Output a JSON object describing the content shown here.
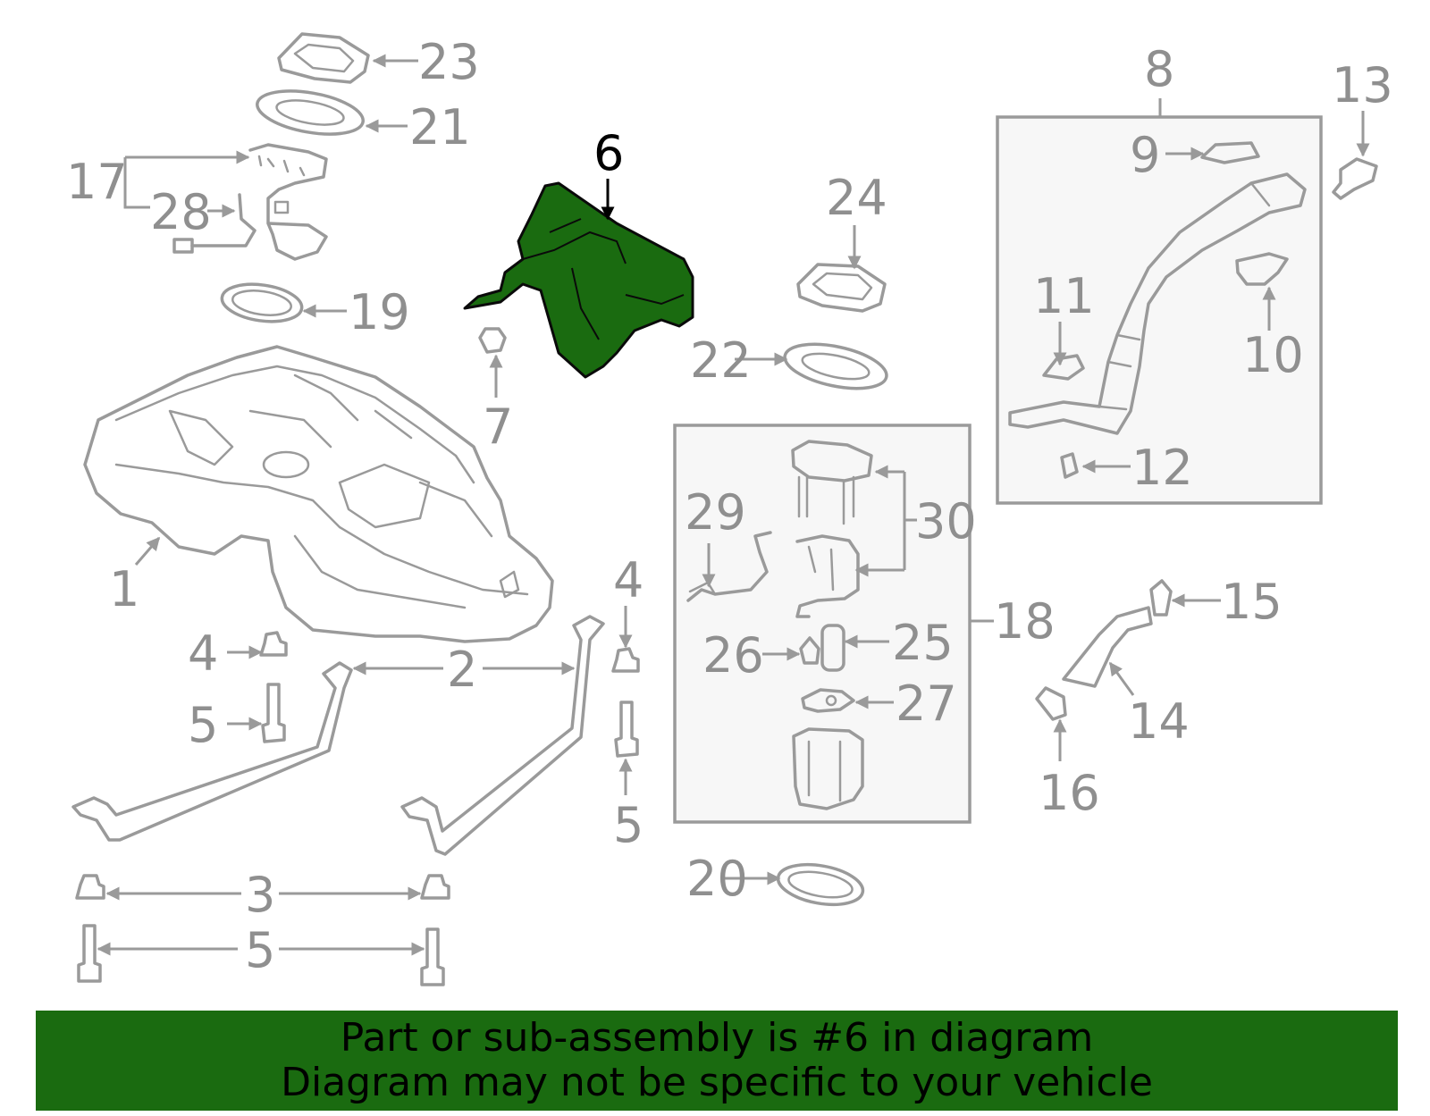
{
  "diagram": {
    "highlight_color": "#1a6b10",
    "line_color": "#9a9a9a",
    "highlighted_part": "6",
    "callouts": [
      "1",
      "2",
      "3",
      "4",
      "4",
      "5",
      "5",
      "5",
      "6",
      "7",
      "8",
      "9",
      "10",
      "11",
      "12",
      "13",
      "14",
      "15",
      "16",
      "17",
      "18",
      "19",
      "20",
      "21",
      "22",
      "23",
      "24",
      "25",
      "26",
      "27",
      "28",
      "29",
      "30"
    ]
  },
  "labels": {
    "c1": "1",
    "c2": "2",
    "c3": "3",
    "c4a": "4",
    "c4b": "4",
    "c5a": "5",
    "c5b": "5",
    "c5c": "5",
    "c6": "6",
    "c7": "7",
    "c8": "8",
    "c9": "9",
    "c10": "10",
    "c11": "11",
    "c12": "12",
    "c13": "13",
    "c14": "14",
    "c15": "15",
    "c16": "16",
    "c17": "17",
    "c18": "18",
    "c19": "19",
    "c20": "20",
    "c21": "21",
    "c22": "22",
    "c23": "23",
    "c24": "24",
    "c25": "25",
    "c26": "26",
    "c27": "27",
    "c28": "28",
    "c29": "29",
    "c30": "30"
  },
  "caption": {
    "line1": "Part or sub-assembly is #6 in diagram",
    "line2": "Diagram may not be specific to your vehicle",
    "background": "#1a6b10"
  }
}
